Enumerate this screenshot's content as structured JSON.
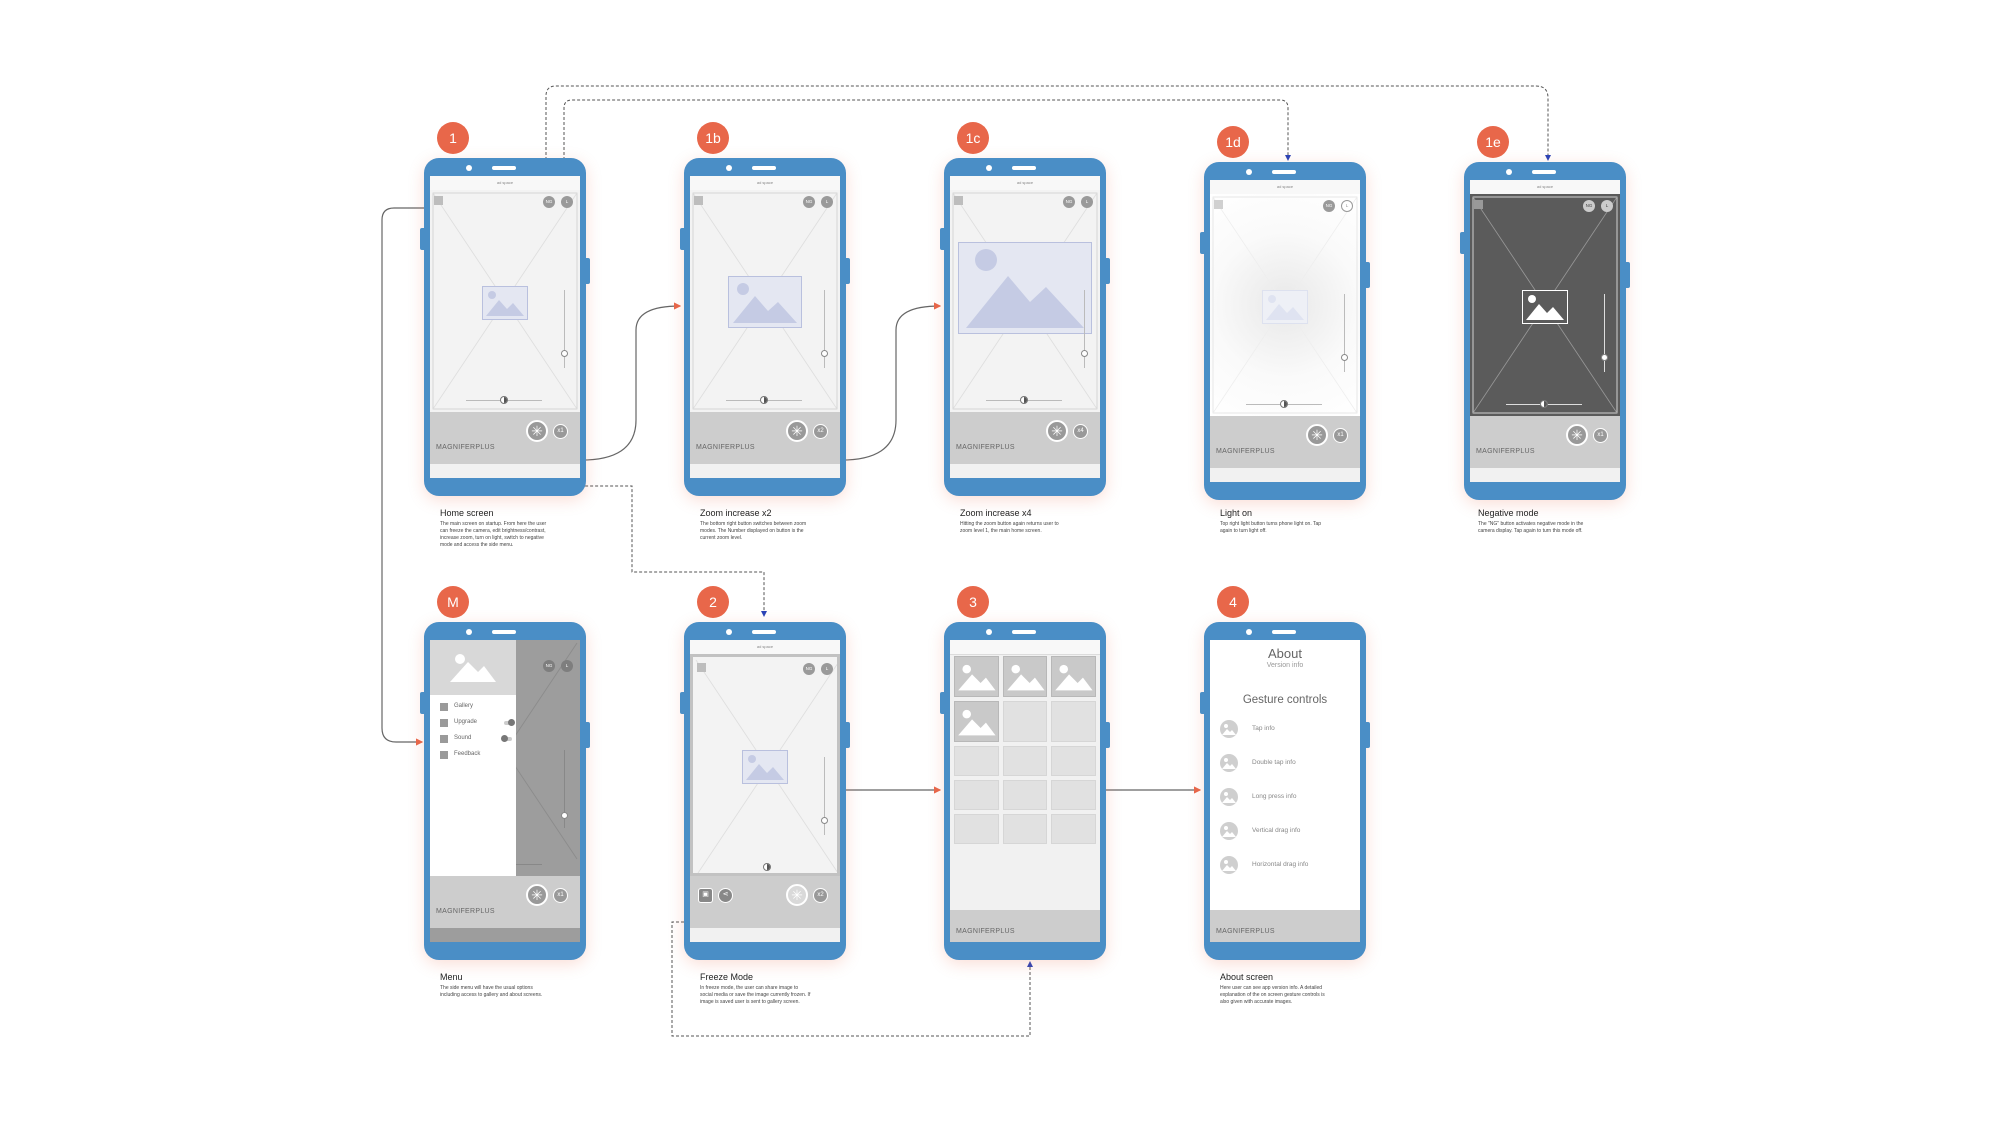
{
  "screens": {
    "home": {
      "badge": "1",
      "ad": "ad space",
      "ng": "NG",
      "light": "L",
      "brand": "MAGNIFERPLUS",
      "zoom": "x1",
      "title": "Home screen",
      "desc": "The main screen on startup. From here the user can freeze the camera, edit brightness/contrast, increase zoom, turn on light, switch to negative mode and access the side menu."
    },
    "zoom2": {
      "badge": "1b",
      "ad": "ad space",
      "ng": "NG",
      "light": "L",
      "brand": "MAGNIFERPLUS",
      "zoom": "x2",
      "title": "Zoom increase x2",
      "desc": "The bottom right button switches between zoom modes. The Number displayed on button is the current zoom level."
    },
    "zoom4": {
      "badge": "1c",
      "ad": "ad space",
      "ng": "NG",
      "light": "L",
      "brand": "MAGNIFERPLUS",
      "zoom": "x4",
      "title": "Zoom increase x4",
      "desc": "Hitting the zoom button again returns user to zoom level 1, the main home screen."
    },
    "light": {
      "badge": "1d",
      "ad": "ad space",
      "ng": "NG",
      "light": "L",
      "brand": "MAGNIFERPLUS",
      "zoom": "x1",
      "title": "Light on",
      "desc": "Top right light button turns phone light on. Tap again to turn light off."
    },
    "negative": {
      "badge": "1e",
      "ad": "ad space",
      "ng": "NG",
      "light": "L",
      "brand": "MAGNIFERPLUS",
      "zoom": "x1",
      "title": "Negative mode",
      "desc": "The \"NG\" button activates negative mode in the camera display. Tap again to turn this mode off."
    },
    "menu": {
      "badge": "M",
      "ng": "NG",
      "light": "L",
      "brand": "MAGNIFERPLUS",
      "zoom": "x1",
      "title": "Menu",
      "desc": "The side menu will have the usual options including access to gallery and about screens.",
      "items": [
        "Gallery",
        "Upgrade",
        "Sound",
        "Feedback"
      ]
    },
    "freeze": {
      "badge": "2",
      "ad": "ad space",
      "ng": "NG",
      "light": "L",
      "zoom": "x2",
      "title": "Freeze Mode",
      "desc": "In freeze mode, the user can share image to social media or save the image currently frozen. If image is saved user is sent to gallery screen."
    },
    "gallery": {
      "badge": "3",
      "brand": "MAGNIFERPLUS"
    },
    "about": {
      "badge": "4",
      "brand": "MAGNIFERPLUS",
      "heading": "About",
      "version": "Version info",
      "gesture": "Gesture controls",
      "items": [
        "Tap info",
        "Double tap info",
        "Long press info",
        "Vertical drag info",
        "Horizontal drag info"
      ],
      "title": "About screen",
      "desc": "Here user can see app version info. A detailed explanation of the on screen gesture controls is also given with accurate images."
    }
  },
  "colors": {
    "accent": "#e8674a",
    "phone": "#4a8ec6",
    "image": "#c5cbe4",
    "arrow_red": "#e8674a",
    "arrow_blue": "#2a44b8"
  }
}
